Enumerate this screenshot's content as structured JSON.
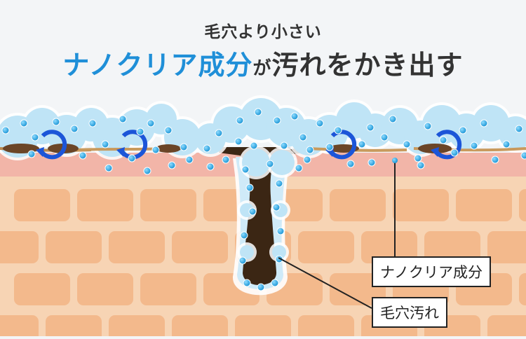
{
  "headline": {
    "subtitle": "毛穴より小さい",
    "title_accent": "ナノクリア成分",
    "title_particle": "が",
    "title_rest": "汚れをかき出す"
  },
  "labels": {
    "nano": "ナノクリア成分",
    "pore_dirt": "毛穴汚れ"
  },
  "colors": {
    "background": "#f3f5f7",
    "skin_base": "#f7d4b4",
    "skin_cells": "#f3b98c",
    "skin_surface": "#f2b5a8",
    "dirt": "#3b2614",
    "foam": "#bfe4f6",
    "particle": "#2aa3df",
    "rotation_arrow": "#1c55d8",
    "accent_text": "#1f8fd8"
  },
  "icons": [
    "rotation-arrow-icon",
    "nano-particle-icon"
  ]
}
